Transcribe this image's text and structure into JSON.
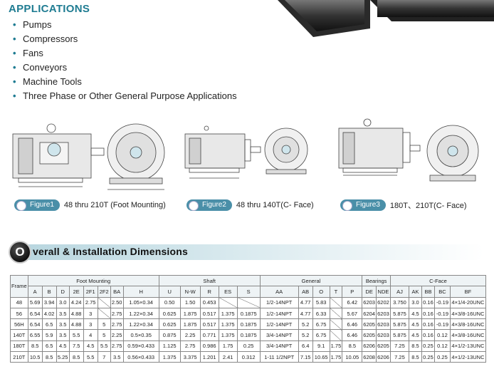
{
  "applications": {
    "title": "APPLICATIONS",
    "items": [
      "Pumps",
      "Compressors",
      "Fans",
      "Conveyors",
      "Machine Tools",
      "Three Phase or Other General Purpose Applications"
    ]
  },
  "figures": [
    {
      "badge": "Figure1",
      "caption": "48 thru 210T (Foot Mounting)"
    },
    {
      "badge": "Figure2",
      "caption": "48 thru 140T(C- Face)"
    },
    {
      "badge": "Figure3",
      "caption": "180T、210T(C- Face)"
    }
  ],
  "section": {
    "letter": "O",
    "title": "verall & Installation Dimensions"
  },
  "table": {
    "groups": [
      "Foot  Mounting",
      "Shaft",
      "General",
      "Bearings",
      "C-Face"
    ],
    "frame_label": "Frame",
    "columns": [
      "A",
      "B",
      "D",
      "2E",
      "2F1",
      "2F2",
      "BA",
      "H",
      "U",
      "N-W",
      "R",
      "ES",
      "S",
      "AA",
      "AB",
      "O",
      "T",
      "P",
      "DE",
      "NDE",
      "AJ",
      "AK",
      "BB",
      "BC",
      "BF"
    ],
    "rows": [
      [
        "48",
        "5.69",
        "3.94",
        "3.0",
        "4.24",
        "2.75",
        "",
        "2.50",
        "1.05×0.34",
        "0.50",
        "1.50",
        "0.453",
        "",
        "",
        "1/2-14NPT",
        "4.77",
        "5.83",
        "",
        "6.42",
        "6203",
        "6202",
        "3.750",
        "3.0",
        "0.16",
        "-0.19",
        "4×1/4-20UNC"
      ],
      [
        "56",
        "6.54",
        "4.02",
        "3.5",
        "4.88",
        "3",
        "",
        "2.75",
        "1.22×0.34",
        "0.625",
        "1.875",
        "0.517",
        "1.375",
        "0.1875",
        "1/2-14NPT",
        "4.77",
        "6.33",
        "",
        "5.67",
        "6204",
        "6203",
        "5.875",
        "4.5",
        "0.16",
        "-0.19",
        "4×3/8-16UNC"
      ],
      [
        "56H",
        "6.54",
        "6.5",
        "3.5",
        "4.88",
        "3",
        "5",
        "2.75",
        "1.22×0.34",
        "0.625",
        "1.875",
        "0.517",
        "1.375",
        "0.1875",
        "1/2-14NPT",
        "5.2",
        "6.75",
        "",
        "6.46",
        "6205",
        "6203",
        "5.875",
        "4.5",
        "0.16",
        "-0.19",
        "4×3/8-16UNC"
      ],
      [
        "140T",
        "6.55",
        "5.9",
        "3.5",
        "5.5",
        "4",
        "5",
        "2.25",
        "0.5×0.35",
        "0.875",
        "2.25",
        "0.771",
        "1.375",
        "0.1875",
        "3/4-14NPT",
        "5.2",
        "6.75",
        "",
        "6.46",
        "6205",
        "6203",
        "5.875",
        "4.5",
        "0.16",
        "0.12",
        "4×3/8-16UNC"
      ],
      [
        "180T",
        "8.5",
        "6.5",
        "4.5",
        "7.5",
        "4.5",
        "5.5",
        "2.75",
        "0.59×0.433",
        "1.125",
        "2.75",
        "0.986",
        "1.75",
        "0.25",
        "3/4-14NPT",
        "6.4",
        "9.1",
        "1.75",
        "8.5",
        "6206",
        "6205",
        "7.25",
        "8.5",
        "0.25",
        "0.12",
        "4×1/2-13UNC"
      ],
      [
        "210T",
        "10.5",
        "8.5",
        "5.25",
        "8.5",
        "5.5",
        "7",
        "3.5",
        "0.56×0.433",
        "1.375",
        "3.375",
        "1.201",
        "2.41",
        "0.312",
        "1-11 1/2NPT",
        "7.15",
        "10.65",
        "1.75",
        "10.05",
        "6208",
        "6206",
        "7.25",
        "8.5",
        "0.25",
        "0.25",
        "4×1/2-13UNC"
      ]
    ]
  },
  "colors": {
    "accent": "#1f7c92",
    "badge": "#4a8fa8"
  }
}
